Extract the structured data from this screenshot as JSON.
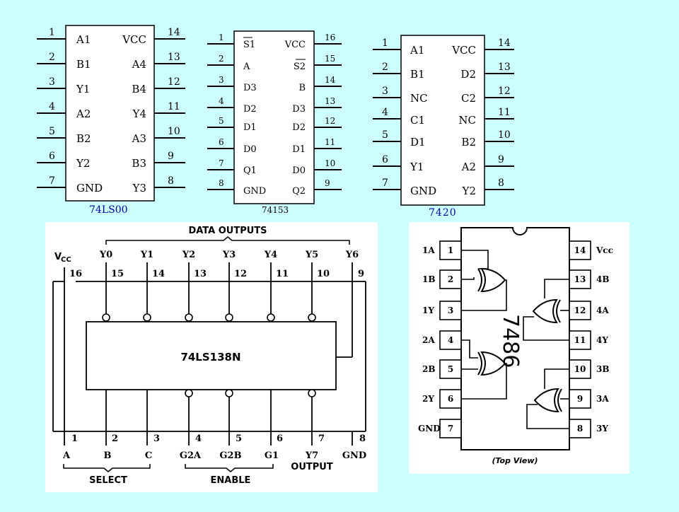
{
  "chips": {
    "ls00": {
      "part": "74LS00",
      "left_pins": [
        "1",
        "2",
        "3",
        "4",
        "5",
        "6",
        "7"
      ],
      "right_pins": [
        "14",
        "13",
        "12",
        "11",
        "10",
        "9",
        "8"
      ],
      "left_labels": [
        "A1",
        "B1",
        "Y1",
        "A2",
        "B2",
        "Y2",
        "GND"
      ],
      "right_labels": [
        "VCC",
        "A4",
        "B4",
        "Y4",
        "A3",
        "B3",
        "Y3"
      ]
    },
    "c153": {
      "part": "74153",
      "left_pins": [
        "1",
        "2",
        "3",
        "4",
        "5",
        "6",
        "7",
        "8"
      ],
      "right_pins": [
        "16",
        "15",
        "14",
        "13",
        "12",
        "11",
        "10",
        "9"
      ],
      "left_labels": [
        "S1",
        "A",
        "D3",
        "D2",
        "D1",
        "D0",
        "Q1",
        "GND"
      ],
      "right_labels": [
        "VCC",
        "S2",
        "B",
        "D3",
        "D2",
        "D1",
        "D0",
        "Q2"
      ]
    },
    "c7420": {
      "part": "7420",
      "left_pins": [
        "1",
        "2",
        "3",
        "4",
        "5",
        "6",
        "7"
      ],
      "right_pins": [
        "14",
        "13",
        "12",
        "11",
        "10",
        "9",
        "8"
      ],
      "left_labels": [
        "A1",
        "B1",
        "NC",
        "C1",
        "D1",
        "Y1",
        "GND"
      ],
      "right_labels": [
        "VCC",
        "D2",
        "C2",
        "NC",
        "B2",
        "A2",
        "Y2"
      ]
    },
    "ls138": {
      "part": "74LS138N",
      "data_outputs_label": "DATA OUTPUTS",
      "vcc_label": "V",
      "vcc_sub": "CC",
      "top_pins": [
        "16",
        "15",
        "14",
        "13",
        "12",
        "11",
        "10",
        "9"
      ],
      "outputs": [
        "Y0",
        "Y1",
        "Y2",
        "Y3",
        "Y4",
        "Y5",
        "Y6"
      ],
      "bottom_pins": [
        "1",
        "2",
        "3",
        "4",
        "5",
        "6",
        "7",
        "8"
      ],
      "bottom_labels": [
        "A",
        "B",
        "C",
        "G2A",
        "G2B",
        "G1",
        "Y7",
        "GND"
      ],
      "select_label": "SELECT",
      "enable_label": "ENABLE",
      "output_label": "OUTPUT"
    },
    "c7486": {
      "part": "7486",
      "left_pins": [
        "1",
        "2",
        "3",
        "4",
        "5",
        "6",
        "7"
      ],
      "right_pins": [
        "14",
        "13",
        "12",
        "11",
        "10",
        "9",
        "8"
      ],
      "left_labels": [
        "1A",
        "1B",
        "1Y",
        "2A",
        "2B",
        "2Y",
        "GND"
      ],
      "right_labels": [
        "Vcc",
        "4B",
        "4A",
        "4Y",
        "3B",
        "3A",
        "3Y"
      ],
      "caption": "(Top View)"
    }
  }
}
